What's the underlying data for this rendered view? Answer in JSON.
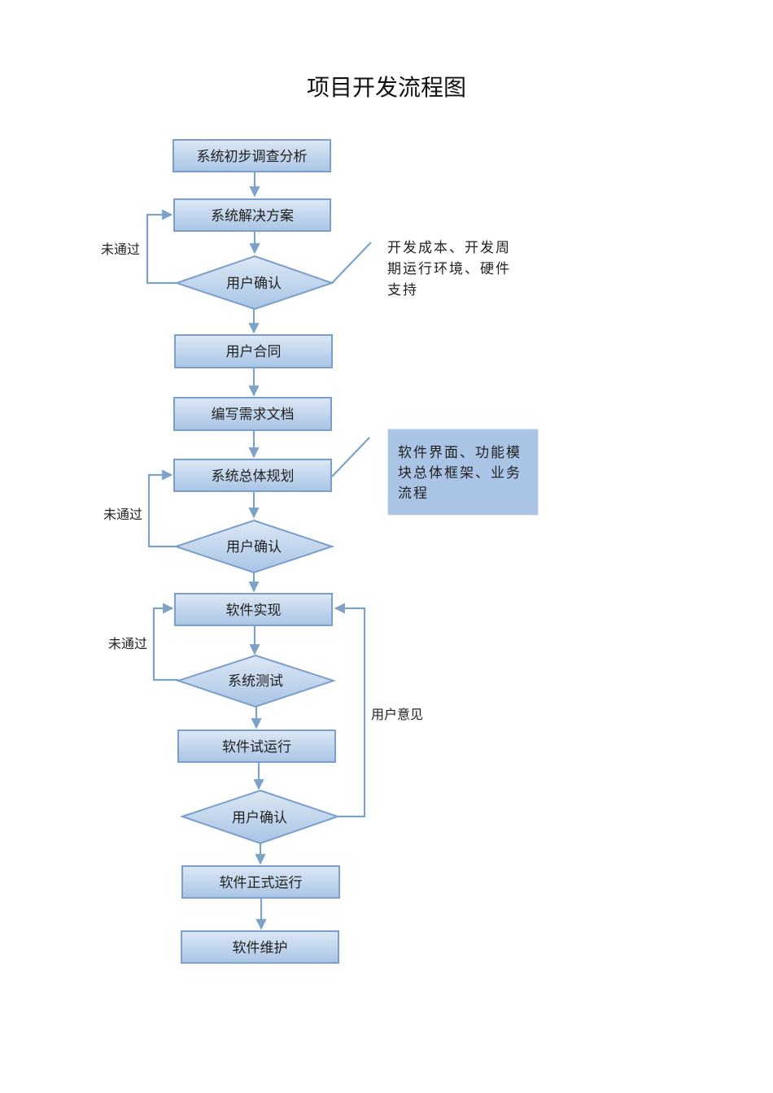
{
  "title": "项目开发流程图",
  "colors": {
    "node_fill_top": "#dce8f5",
    "node_fill_bottom": "#a9c4e4",
    "node_border": "#7b9fcc",
    "connector": "#7da2c8",
    "note_fill": "#a9c4e4"
  },
  "nodes": {
    "n1": "系统初步调查分析",
    "n2": "系统解决方案",
    "d1": "用户确认",
    "n3": "用户合同",
    "n4": "编写需求文档",
    "n5": "系统总体规划",
    "d2": "用户确认",
    "n6": "软件实现",
    "d3": "系统测试",
    "n7": "软件试运行",
    "d4": "用户确认",
    "n8": "软件正式运行",
    "n9": "软件维护"
  },
  "loop_labels": {
    "l1": "未通过",
    "l2": "未通过",
    "l3": "未通过",
    "feedback": "用户意见"
  },
  "notes": {
    "note1": [
      "开发成本、开发周",
      "期运行环境、硬件",
      "支持"
    ],
    "note2": [
      "软件界面、功能模",
      "块总体框架、业务",
      "流程"
    ]
  }
}
